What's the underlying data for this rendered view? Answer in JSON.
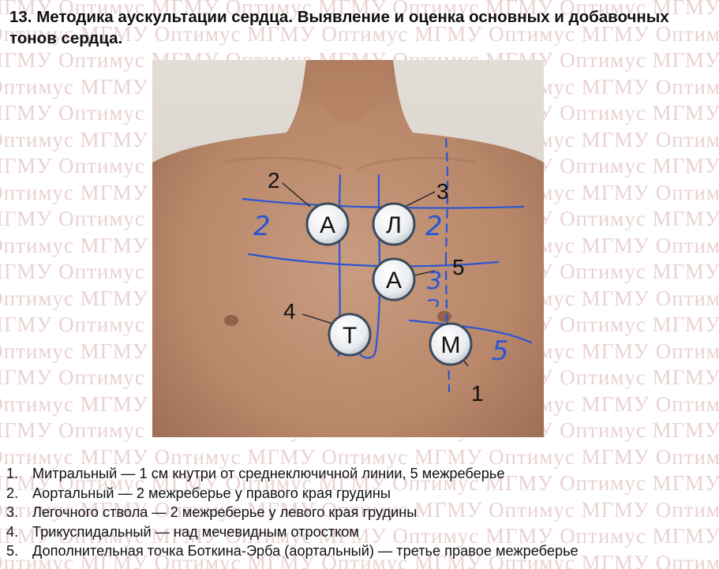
{
  "title": "13. Методика аускультации сердца. Выявление и оценка основных и добавочных тонов сердца.",
  "watermark": "МГМУ Оптимус",
  "figure": {
    "markers": [
      {
        "letter": "А",
        "number": "2",
        "name": "aortic"
      },
      {
        "letter": "Л",
        "number": "3",
        "name": "pulmonary"
      },
      {
        "letter": "А",
        "number": "5",
        "name": "botkin-erb"
      },
      {
        "letter": "Т",
        "number": "4",
        "name": "tricuspid"
      },
      {
        "letter": "М",
        "number": "1",
        "name": "mitral"
      }
    ],
    "handwritten": [
      "2",
      "2",
      "3",
      "5"
    ]
  },
  "list": [
    {
      "num": "1.",
      "text": "Митральный — 1 см кнутри от среднеключичной линии, 5 межреберье"
    },
    {
      "num": "2.",
      "text": "Аортальный — 2 межреберье у правого края грудины"
    },
    {
      "num": "3.",
      "text": "Легочного ствола — 2 межреберье у левого края грудины"
    },
    {
      "num": "4.",
      "text": "Трикуспидальный — над мечевидным отростком"
    },
    {
      "num": "5.",
      "text": "Дополнительная точка Боткина-Эрба (аортальный) — третье правое межреберье"
    }
  ]
}
